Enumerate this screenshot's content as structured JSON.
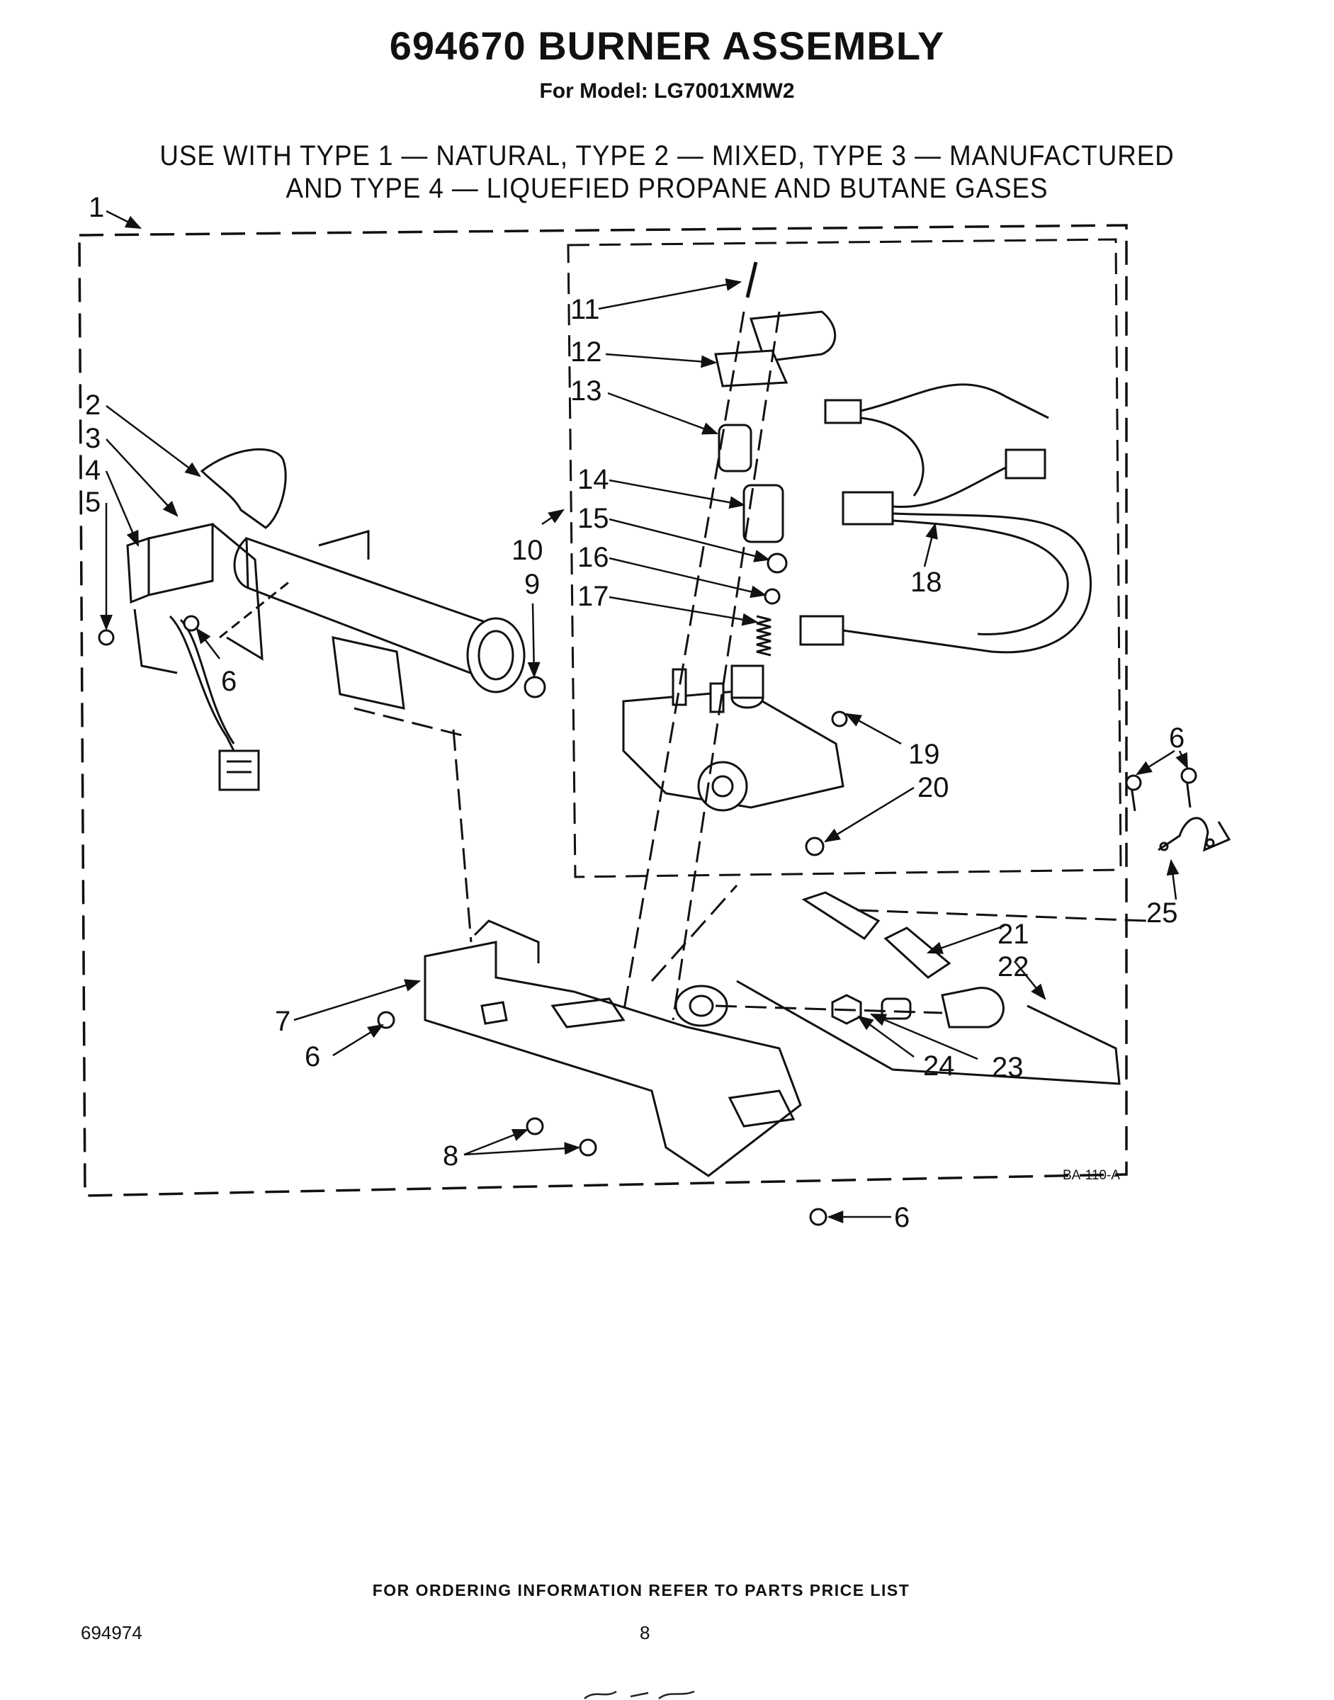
{
  "header": {
    "title": "694670 BURNER ASSEMBLY",
    "subtitle": "For Model: LG7001XMW2",
    "gas_line_1": "USE WITH TYPE 1 — NATURAL, TYPE 2 — MIXED, TYPE 3 — MANUFACTURED",
    "gas_line_2": "AND TYPE 4 — LIQUEFIED PROPANE AND BUTANE GASES"
  },
  "diagram": {
    "figure_code": "BA-110-A",
    "callouts": {
      "c1": "1",
      "c2": "2",
      "c3": "3",
      "c4": "4",
      "c5": "5",
      "c6a": "6",
      "c6b": "6",
      "c6c": "6",
      "c6d": "6",
      "c7": "7",
      "c8": "8",
      "c9": "9",
      "c10": "10",
      "c11": "11",
      "c12": "12",
      "c13": "13",
      "c14": "14",
      "c15": "15",
      "c16": "16",
      "c17": "17",
      "c18": "18",
      "c19": "19",
      "c20": "20",
      "c21": "21",
      "c22": "22",
      "c23": "23",
      "c24": "24",
      "c25": "25"
    }
  },
  "footer": {
    "ordering_note": "FOR ORDERING INFORMATION REFER TO PARTS PRICE LIST",
    "doc_number": "694974",
    "page_number": "8"
  }
}
